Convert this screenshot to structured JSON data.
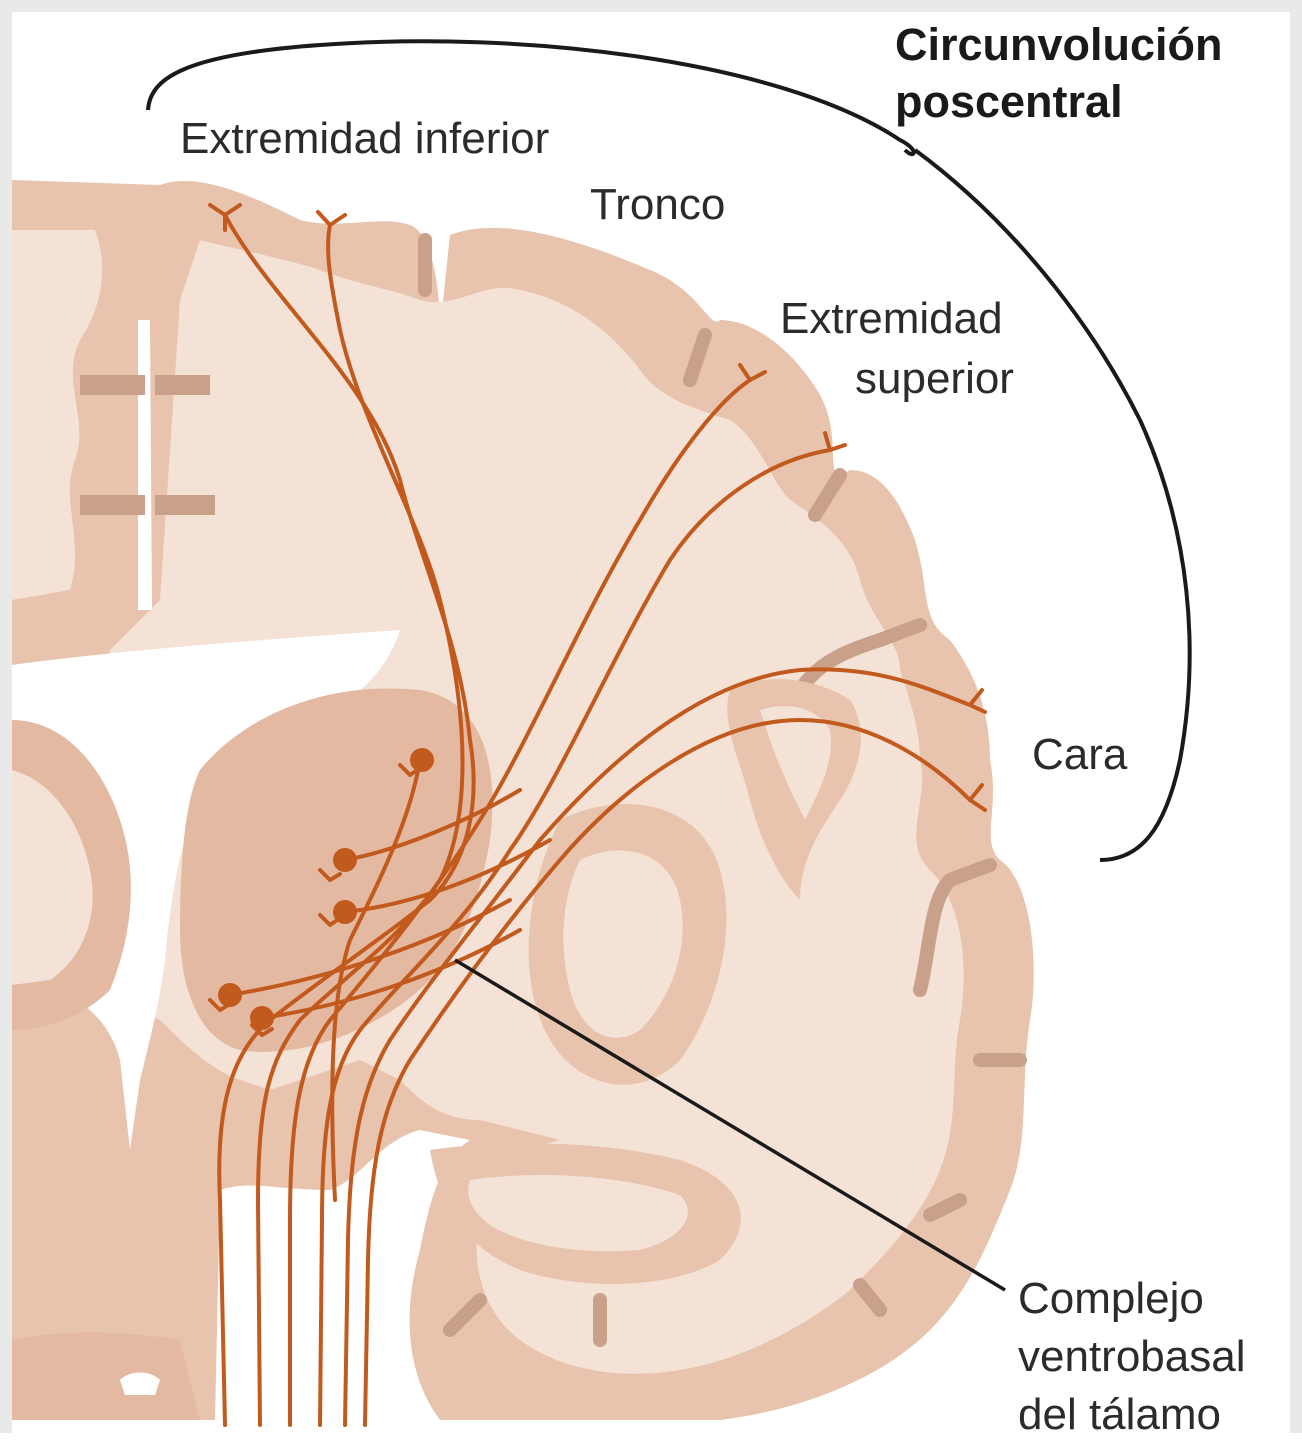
{
  "colors": {
    "frame": "#e9e9e9",
    "brain_outer": "#e8c3ad",
    "brain_inner": "#f4e2d6",
    "sulcus": "#c9a08a",
    "ventricle": "#ffffff",
    "deep_nuclei": "#e4b9a2",
    "fiber": "#c25a1e",
    "leader_line": "#1a1a1a"
  },
  "labels": {
    "title_line1": "Circunvolución",
    "title_line2": "poscentral",
    "lower_limb": "Extremidad inferior",
    "trunk": "Tronco",
    "upper_limb_line1": "Extremidad",
    "upper_limb_line2": "superior",
    "face": "Cara",
    "thalamus_line1": "Complejo",
    "thalamus_line2": "ventrobasal",
    "thalamus_line3": "del tálamo"
  }
}
